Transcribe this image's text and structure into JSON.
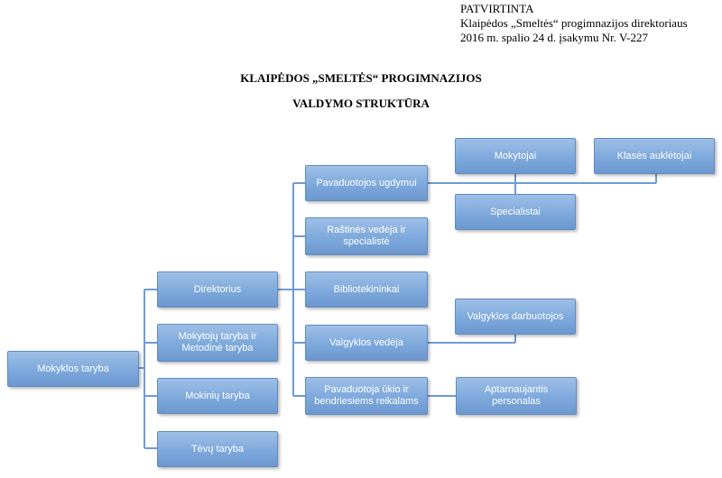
{
  "approval": {
    "line1": "PATVIRTINTA",
    "line2": "Klaipėdos „Smeltės“ progimnazijos direktoriaus",
    "line3": "2016 m. spalio 24 d. įsakymu Nr. V-227"
  },
  "title": {
    "line1": "KLAIPĖDOS „SMELTĖS“ PROGIMNAZIJOS",
    "line2": "VALDYMO STRUKTŪRA"
  },
  "nodes": {
    "mokyklos_taryba": "Mokyklos taryba",
    "direktorius": "Direktorius",
    "mokytoju_taryba": "Mokytojų taryba ir Metodinė taryba",
    "mokiniu_taryba": "Mokinių taryba",
    "tevu_taryba": "Tėvų taryba",
    "pavaduotojos_ugdymui": "Pavaduotojos ugdymui",
    "rastines_vedeja": "Raštinės vedėja ir specialistė",
    "bibliotekininkai": "Bibliotekininkai",
    "valgyklos_vedeja": "Valgyklos vedėja",
    "pavaduotoja_ukio": "Pavaduotoja ūkio ir bendriesiems reikalams",
    "mokytojai": "Mokytojai",
    "klases_aukletojai": "Klasės auklėtojai",
    "specialistai": "Specialistai",
    "valgyklos_darbuotojos": "Valgyklos darbuotojos",
    "aptarnaujantis_personalas": "Aptarnaujantis personalas"
  },
  "colors": {
    "box_fill": "#7ea9dc",
    "box_border": "#5f8cc3",
    "connector": "#6f9bd1"
  }
}
